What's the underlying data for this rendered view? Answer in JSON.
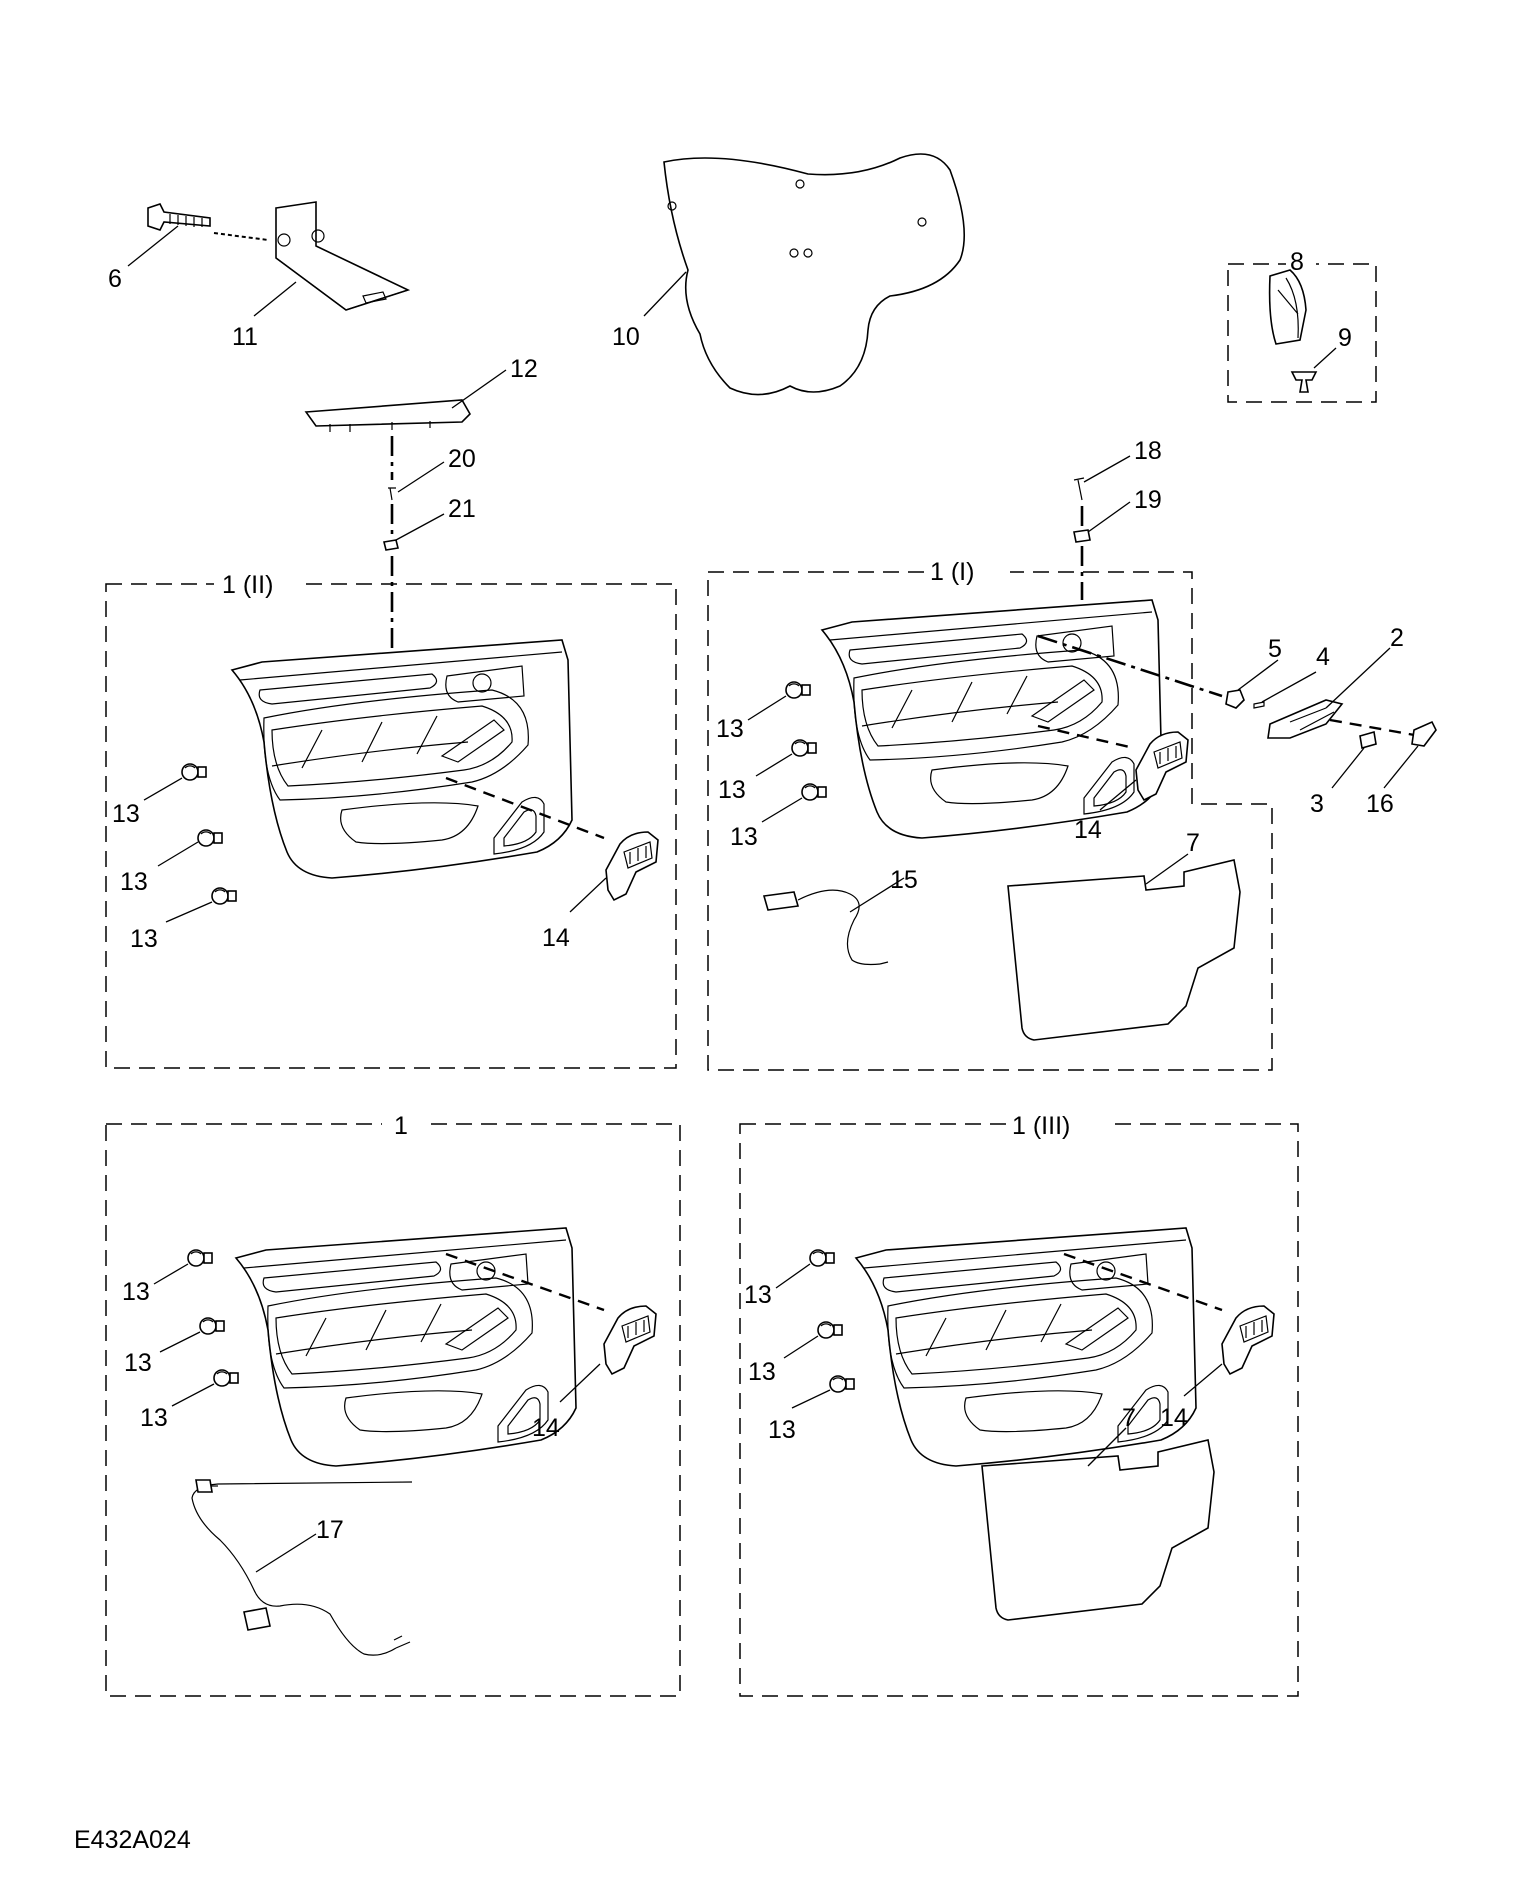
{
  "diagram": {
    "reference_code": "E432A024",
    "group_labels": {
      "group_II": "1 (II)",
      "group_I": "1 (I)",
      "group_base": "1",
      "group_III": "1 (III)"
    },
    "callouts": {
      "c2": "2",
      "c3": "3",
      "c4": "4",
      "c5": "5",
      "c6": "6",
      "c7a": "7",
      "c7b": "7",
      "c8": "8",
      "c9": "9",
      "c10": "10",
      "c11": "11",
      "c12": "12",
      "c13_II_a": "13",
      "c13_II_b": "13",
      "c13_II_c": "13",
      "c13_I_a": "13",
      "c13_I_b": "13",
      "c13_I_c": "13",
      "c13_B_a": "13",
      "c13_B_b": "13",
      "c13_B_c": "13",
      "c13_III_a": "13",
      "c13_III_b": "13",
      "c13_III_c": "13",
      "c14_II": "14",
      "c14_I": "14",
      "c14_B": "14",
      "c14_III": "14",
      "c15": "15",
      "c16": "16",
      "c17": "17",
      "c18": "18",
      "c19": "19",
      "c20": "20",
      "c21": "21"
    }
  }
}
